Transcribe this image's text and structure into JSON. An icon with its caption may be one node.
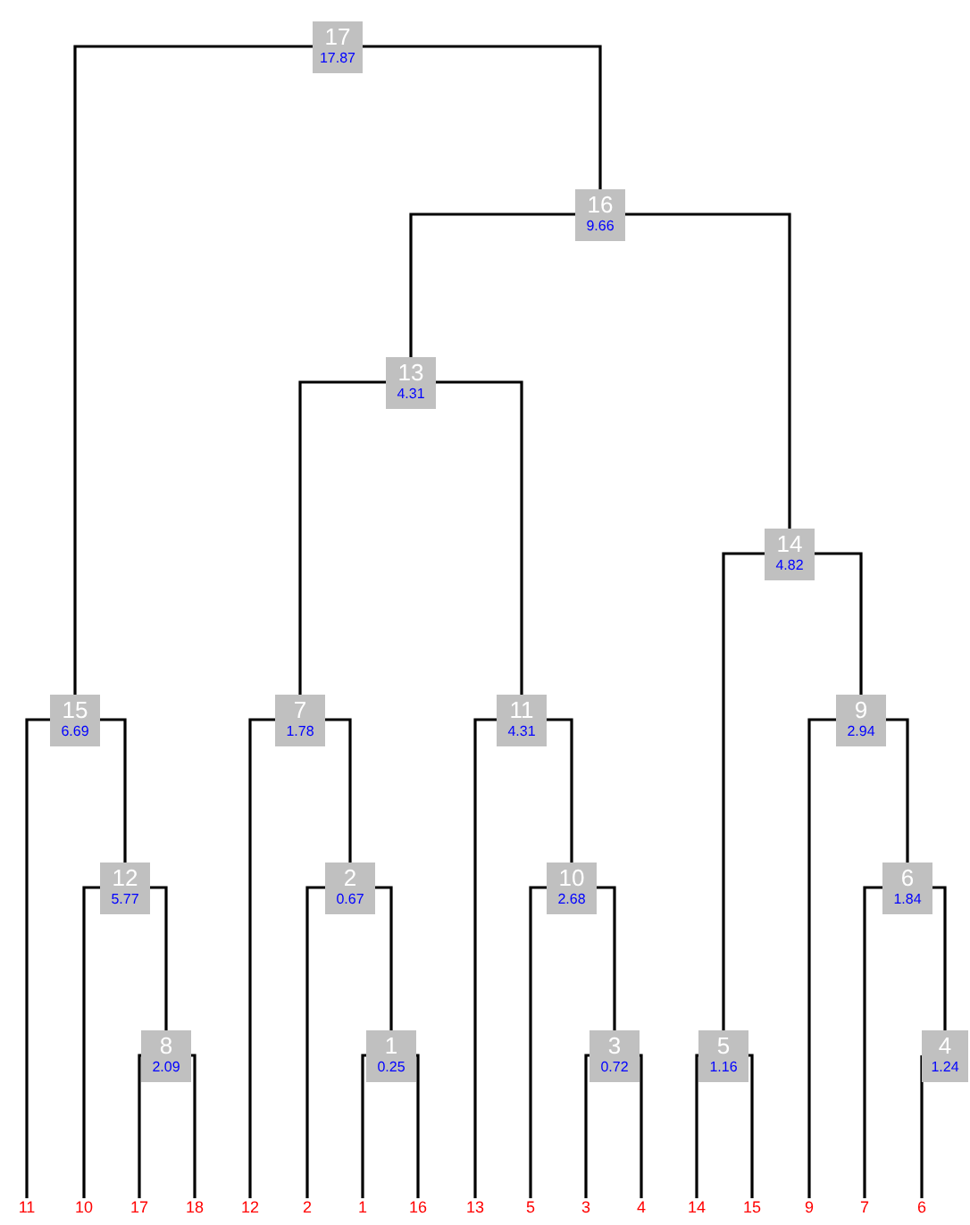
{
  "diagram": {
    "nodes": [
      {
        "text": [
          "17",
          "17.87"
        ]
      },
      {
        "text": [
          "16",
          "9.66"
        ]
      },
      {
        "text": [
          "13",
          "4.31"
        ]
      },
      {
        "text": [
          "14",
          "4.82"
        ]
      },
      {
        "text": [
          "15",
          "6.69"
        ]
      },
      {
        "text": [
          "7",
          "1.78"
        ]
      },
      {
        "text": [
          "11",
          "4.31"
        ]
      },
      {
        "text": [
          "9",
          "2.94"
        ]
      },
      {
        "text": [
          "12",
          "5.77"
        ]
      },
      {
        "text": [
          "2",
          "0.67"
        ]
      },
      {
        "text": [
          "10",
          "2.68"
        ]
      },
      {
        "text": [
          "6",
          "1.84"
        ]
      },
      {
        "text": [
          "8",
          "2.09"
        ]
      },
      {
        "text": [
          "1",
          "0.25"
        ]
      },
      {
        "text": [
          "3",
          "0.72"
        ]
      },
      {
        "text": [
          "5",
          "1.16"
        ]
      },
      {
        "text": [
          "4",
          "1.24"
        ]
      },
      {
        "text": [
          "11"
        ]
      },
      {
        "text": [
          "10"
        ]
      },
      {
        "text": [
          "17"
        ]
      },
      {
        "text": [
          "18"
        ]
      },
      {
        "text": [
          "12"
        ]
      },
      {
        "text": [
          "2"
        ]
      },
      {
        "text": [
          "1"
        ]
      },
      {
        "text": [
          "16"
        ]
      },
      {
        "text": [
          "13"
        ]
      },
      {
        "text": [
          "5"
        ]
      },
      {
        "text": [
          "3"
        ]
      },
      {
        "text": [
          "4"
        ]
      },
      {
        "text": [
          "14"
        ]
      },
      {
        "text": [
          "15"
        ]
      },
      {
        "text": [
          "9"
        ]
      },
      {
        "text": [
          "7"
        ]
      },
      {
        "text": [
          "6"
        ]
      }
    ],
    "edges": [
      {
        "from": 0,
        "to": 4,
        "arrow": "none"
      },
      {
        "from": 0,
        "to": 1,
        "arrow": "none"
      },
      {
        "from": 1,
        "to": 2,
        "arrow": "none"
      },
      {
        "from": 1,
        "to": 3,
        "arrow": "none"
      },
      {
        "from": 2,
        "to": 5,
        "arrow": "none"
      },
      {
        "from": 2,
        "to": 6,
        "arrow": "none"
      },
      {
        "from": 3,
        "to": 15,
        "arrow": "none"
      },
      {
        "from": 3,
        "to": 7,
        "arrow": "none"
      },
      {
        "from": 4,
        "to": 17,
        "arrow": "none"
      },
      {
        "from": 4,
        "to": 8,
        "arrow": "none"
      },
      {
        "from": 5,
        "to": 21,
        "arrow": "none"
      },
      {
        "from": 5,
        "to": 9,
        "arrow": "none"
      },
      {
        "from": 6,
        "to": 25,
        "arrow": "none"
      },
      {
        "from": 6,
        "to": 10,
        "arrow": "none"
      },
      {
        "from": 7,
        "to": 31,
        "arrow": "none"
      },
      {
        "from": 7,
        "to": 11,
        "arrow": "none"
      },
      {
        "from": 8,
        "to": 18,
        "arrow": "none"
      },
      {
        "from": 8,
        "to": 12,
        "arrow": "none"
      },
      {
        "from": 9,
        "to": 22,
        "arrow": "none"
      },
      {
        "from": 9,
        "to": 13,
        "arrow": "none"
      },
      {
        "from": 10,
        "to": 26,
        "arrow": "none"
      },
      {
        "from": 10,
        "to": 14,
        "arrow": "none"
      },
      {
        "from": 11,
        "to": 32,
        "arrow": "none"
      },
      {
        "from": 11,
        "to": 16,
        "arrow": "none"
      },
      {
        "from": 12,
        "to": 19,
        "arrow": "none"
      },
      {
        "from": 12,
        "to": 20,
        "arrow": "none"
      },
      {
        "from": 13,
        "to": 23,
        "arrow": "none"
      },
      {
        "from": 13,
        "to": 24,
        "arrow": "none"
      },
      {
        "from": 14,
        "to": 27,
        "arrow": "none"
      },
      {
        "from": 14,
        "to": 28,
        "arrow": "none"
      },
      {
        "from": 15,
        "to": 29,
        "arrow": "none"
      },
      {
        "from": 15,
        "to": 30,
        "arrow": "none"
      },
      {
        "from": 16,
        "to": 33,
        "arrow": "none"
      }
    ]
  }
}
